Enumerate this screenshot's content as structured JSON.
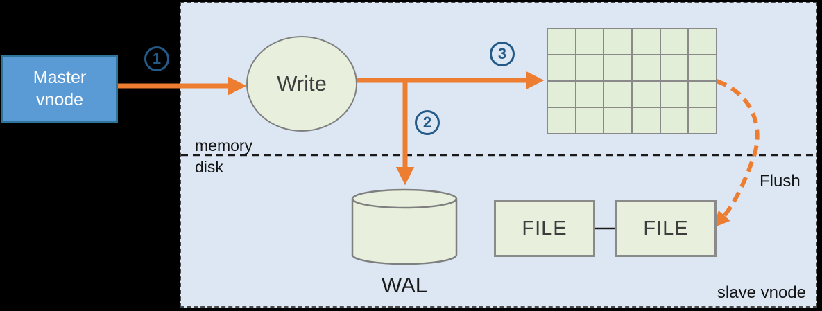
{
  "master_node": {
    "label": "Master vnode"
  },
  "write_node": {
    "label": "Write"
  },
  "steps": [
    "1",
    "2",
    "3"
  ],
  "labels": {
    "memory": "memory",
    "disk": "disk",
    "wal": "WAL",
    "flush": "Flush",
    "slave_vnode": "slave vnode"
  },
  "files": [
    {
      "label": "FILE"
    },
    {
      "label": "FILE"
    }
  ],
  "grid": {
    "rows": 4,
    "cols": 6
  },
  "colors": {
    "background": "#000000",
    "panel_fill": "#DCE7F3",
    "panel_border": "#4A4A4A",
    "accent_orange": "#ED7D31",
    "node_green_fill": "#E8F0DD",
    "grid_cell_fill": "#E3EED9",
    "node_gray_border": "#7F7F7F",
    "master_blue_fill": "#5B9BD5",
    "master_blue_border": "#2E759C",
    "step_badge_blue": "#235A87"
  }
}
